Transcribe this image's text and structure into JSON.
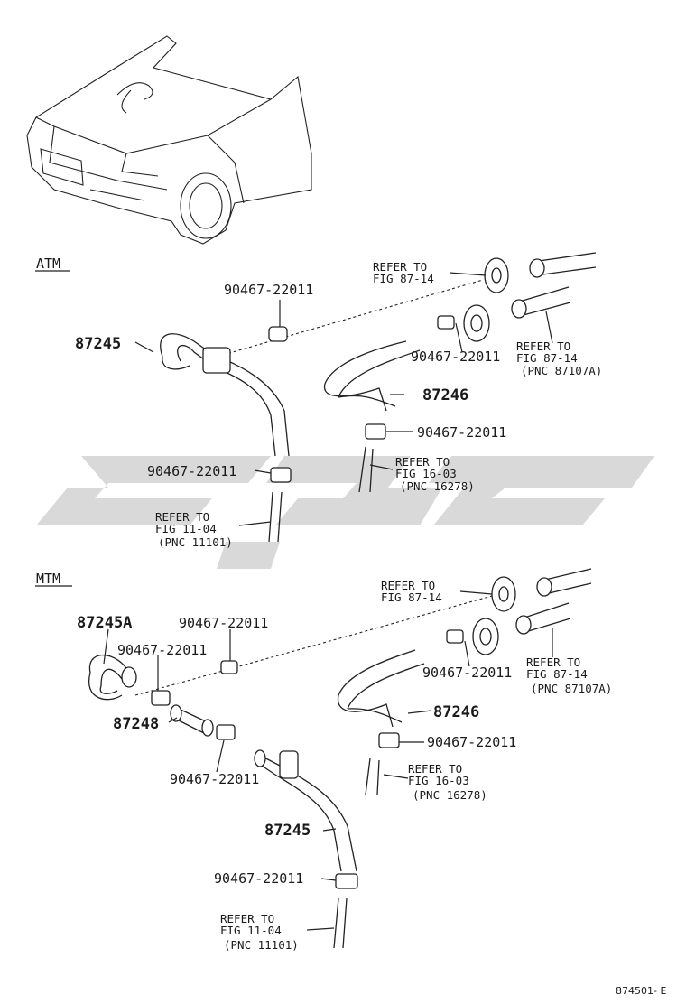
{
  "sections": {
    "atm": "ATM",
    "mtm": "MTM"
  },
  "atm": {
    "clamp_top": "90467-22011",
    "hose_main": "87245",
    "clamp_right": "90467-22011",
    "hose_right": "87246",
    "clamp_mid_right": "90467-22011",
    "clamp_lower": "90467-22011",
    "refer_top": [
      "REFER TO",
      "FIG 87-14"
    ],
    "refer_right": [
      "REFER TO",
      "FIG 87-14",
      "(PNC 87107A)"
    ],
    "refer_mid": [
      "REFER TO",
      "FIG 16-03",
      "(PNC 16278)"
    ],
    "refer_bottom": [
      "REFER TO",
      "FIG 11-04",
      "(PNC 11101)"
    ]
  },
  "mtm": {
    "hose_a": "87245A",
    "clamp_top": "90467-22011",
    "clamp_left": "90467-22011",
    "pipe": "87248",
    "clamp_pipe": "90467-22011",
    "hose_main": "87245",
    "clamp_lower": "90467-22011",
    "clamp_right": "90467-22011",
    "hose_right": "87246",
    "clamp_mid_right": "90467-22011",
    "refer_top": [
      "REFER TO",
      "FIG 87-14"
    ],
    "refer_right": [
      "REFER TO",
      "FIG 87-14",
      "(PNC 87107A)"
    ],
    "refer_mid": [
      "REFER TO",
      "FIG 16-03",
      "(PNC 16278)"
    ],
    "refer_bottom": [
      "REFER TO",
      "FIG 11-04",
      "(PNC 11101)"
    ]
  },
  "figure_id": "874501- E",
  "colors": {
    "line": "#222222",
    "watermark": "#d9d9d9"
  }
}
